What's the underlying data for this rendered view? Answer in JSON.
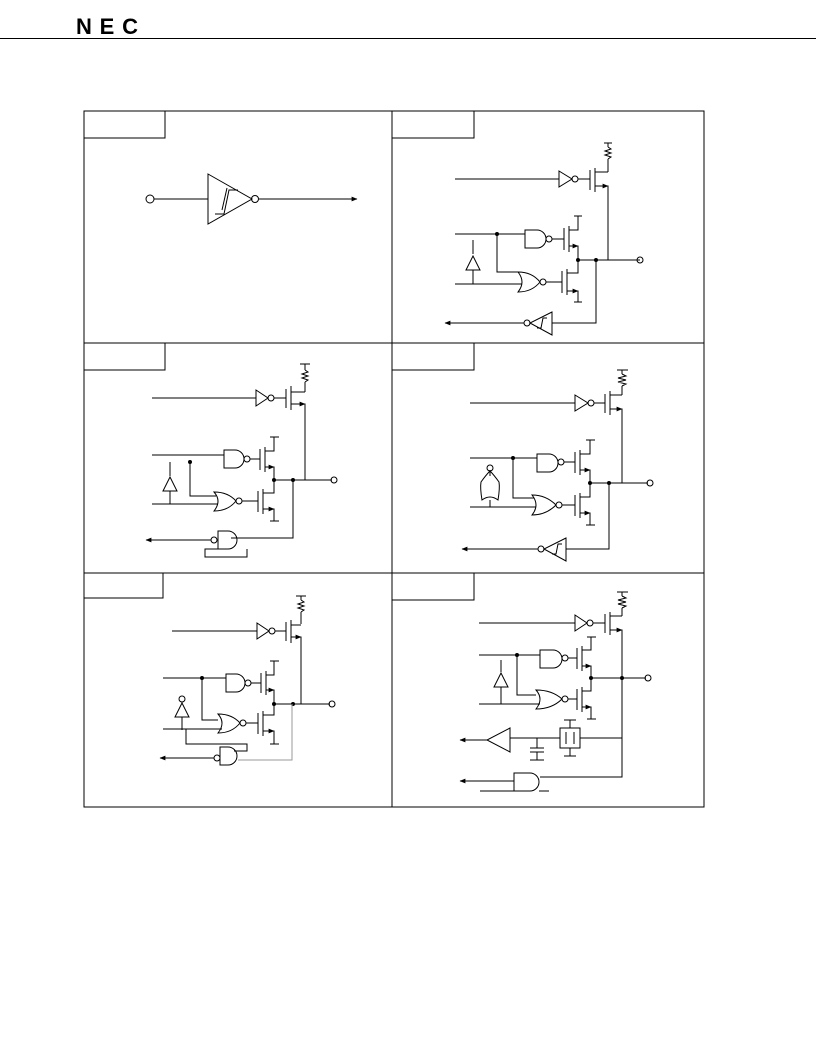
{
  "header": {
    "logo_text": "NEC"
  },
  "figure": {
    "panels": [
      {
        "id": "panel-1",
        "label": ""
      },
      {
        "id": "panel-2",
        "label": ""
      },
      {
        "id": "panel-3",
        "label": ""
      },
      {
        "id": "panel-4",
        "label": ""
      },
      {
        "id": "panel-5",
        "label": ""
      },
      {
        "id": "panel-6",
        "label": ""
      }
    ]
  },
  "colors": {
    "ink": "#000000",
    "gray_wire": "#9a9a9a",
    "background": "#ffffff"
  }
}
